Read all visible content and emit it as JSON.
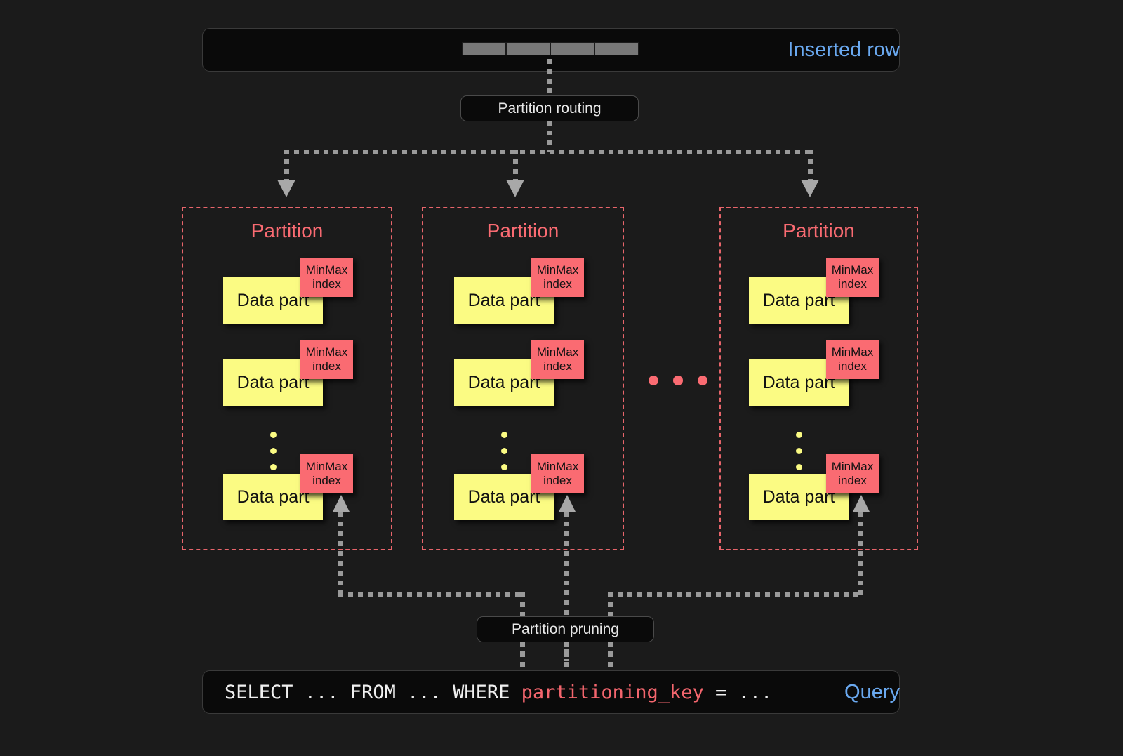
{
  "colors": {
    "background": "#1b1b1b",
    "page": "#0c0c0c",
    "bar_fill": "#0a0a0a",
    "accent_blue": "#6aa9f0",
    "partition_red": "#fa6b72",
    "data_part_yellow": "#fbfb83",
    "connector_gray": "#9a9a9a",
    "row_cell_gray": "#787878"
  },
  "top_bar": {
    "label": "Inserted row",
    "cells": [
      "",
      "",
      "",
      ""
    ]
  },
  "routing": {
    "label": "Partition routing"
  },
  "partitions": [
    {
      "title": "Partition",
      "parts": [
        {
          "data_label": "Data part",
          "index_line1": "MinMax",
          "index_line2": "index"
        },
        {
          "data_label": "Data part",
          "index_line1": "MinMax",
          "index_line2": "index"
        },
        {
          "data_label": "Data part",
          "index_line1": "MinMax",
          "index_line2": "index"
        }
      ],
      "ellipsis": [
        "dot",
        "dot",
        "dot"
      ]
    },
    {
      "title": "Partition",
      "parts": [
        {
          "data_label": "Data part",
          "index_line1": "MinMax",
          "index_line2": "index"
        },
        {
          "data_label": "Data part",
          "index_line1": "MinMax",
          "index_line2": "index"
        },
        {
          "data_label": "Data part",
          "index_line1": "MinMax",
          "index_line2": "index"
        }
      ],
      "ellipsis": [
        "dot",
        "dot",
        "dot"
      ]
    },
    {
      "title": "Partition",
      "parts": [
        {
          "data_label": "Data part",
          "index_line1": "MinMax",
          "index_line2": "index"
        },
        {
          "data_label": "Data part",
          "index_line1": "MinMax",
          "index_line2": "index"
        },
        {
          "data_label": "Data part",
          "index_line1": "MinMax",
          "index_line2": "index"
        }
      ],
      "ellipsis": [
        "dot",
        "dot",
        "dot"
      ]
    }
  ],
  "between_partitions_ellipsis": [
    "dot",
    "dot",
    "dot"
  ],
  "pruning": {
    "label": "Partition pruning"
  },
  "bottom_bar": {
    "label": "Query",
    "query_prefix": "SELECT ... FROM ... WHERE ",
    "query_key": "partitioning_key",
    "query_suffix": " = ..."
  }
}
